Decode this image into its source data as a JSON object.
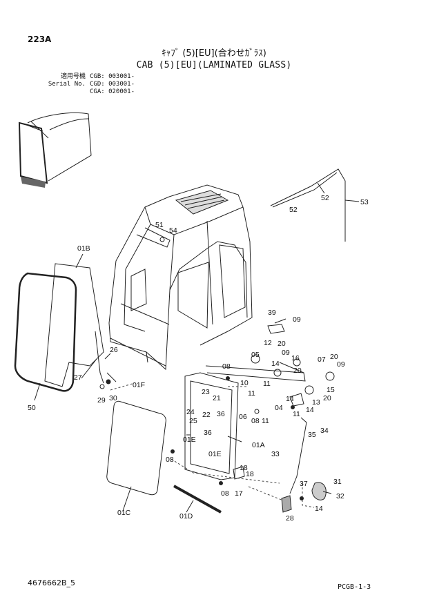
{
  "header": {
    "page_code": "223A",
    "title_jp": "ｷｬﾌﾞ (5)[EU](合わせｶﾞﾗｽ)",
    "title_en": "CAB (5)[EU](LAMINATED GLASS)"
  },
  "serial_info": [
    {
      "key": "適用号機",
      "value": "CGB: 003001-"
    },
    {
      "key": "Serial No.",
      "value": "CGD: 003001-"
    },
    {
      "key": "",
      "value": "CGA: 020001-"
    }
  ],
  "callouts": [
    "01B",
    "50",
    "27",
    "26",
    "29",
    "30",
    "01F",
    "01C",
    "01D",
    "08",
    "01E",
    "01E",
    "08",
    "17",
    "18",
    "18",
    "36",
    "36",
    "01A",
    "22",
    "24",
    "25",
    "23",
    "21",
    "51",
    "54",
    "52",
    "52",
    "53",
    "39",
    "09",
    "20",
    "05",
    "09",
    "12",
    "14",
    "16",
    "20",
    "10",
    "11",
    "11",
    "08",
    "11",
    "06",
    "08",
    "14",
    "04",
    "11",
    "13",
    "14",
    "15",
    "20",
    "07",
    "20",
    "09",
    "35",
    "34",
    "33",
    "37",
    "31",
    "32",
    "28",
    "14"
  ],
  "footer": {
    "drawing_no": "4676662B_5",
    "page_ref": "PCGB-1-3"
  }
}
